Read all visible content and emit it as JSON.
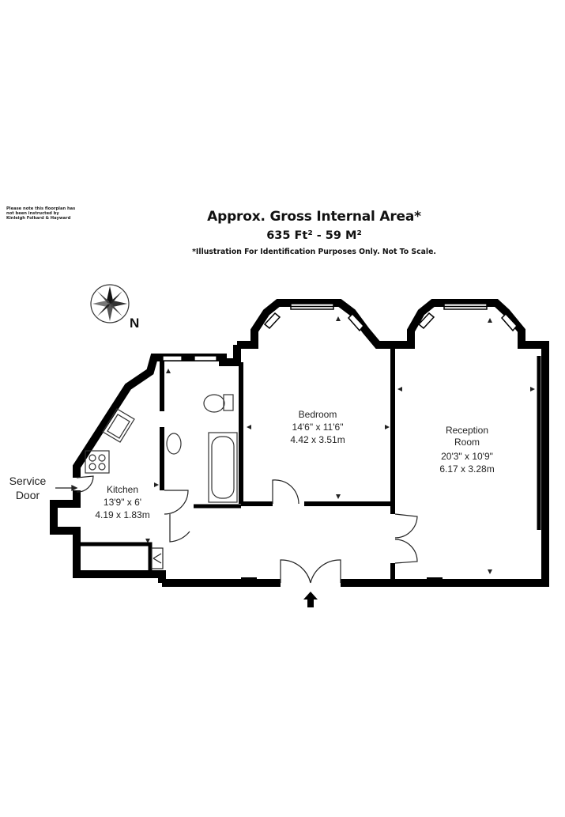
{
  "disclaimer_note": [
    "Please note this floorplan has",
    "not been instructed by",
    "Kinleigh Folkard & Hayward"
  ],
  "header": {
    "title": "Approx. Gross Internal Area*",
    "area": "635 Ft² - 59 M²",
    "subtitle": "*Illustration For Identification Purposes Only. Not To Scale."
  },
  "compass": {
    "label": "N"
  },
  "rooms": {
    "bedroom": {
      "name": "Bedroom",
      "imperial": "14'6\" x 11'6\"",
      "metric": "4.42 x 3.51m"
    },
    "reception": {
      "name_line1": "Reception",
      "name_line2": "Room",
      "imperial": "20'3\" x 10'9\"",
      "metric": "6.17 x 3.28m"
    },
    "kitchen": {
      "name": "Kitchen",
      "imperial": "13'9\" x 6'",
      "metric": "4.19 x 1.83m"
    }
  },
  "service_door": {
    "line1": "Service",
    "line2": "Door"
  },
  "colors": {
    "wall": "#000000",
    "fixture": "#333333",
    "background": "#ffffff"
  }
}
